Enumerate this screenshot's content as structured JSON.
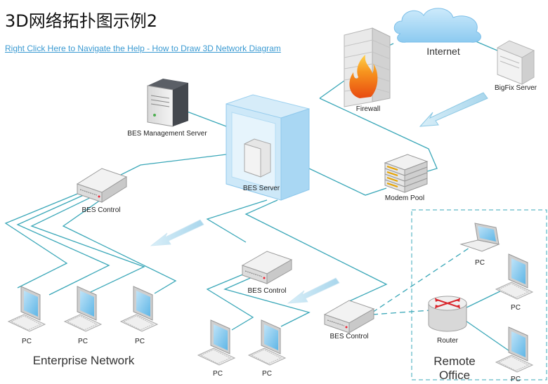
{
  "title": "3D网络拓扑图示例2",
  "help_link": "Right Click Here to Navigate the Help - How to Draw 3D Network Diagram",
  "labels": {
    "internet": "Internet",
    "bigfix": "BigFix Server",
    "firewall": "Firewall",
    "bes_mgmt": "BES Management Server",
    "bes_server": "BES Server",
    "modem_pool": "Modem Pool",
    "bes_control": "BES Control",
    "pc": "PC",
    "router": "Router",
    "enterprise": "Enterprise Network",
    "remote_line1": "Remote",
    "remote_line2": "Office"
  },
  "colors": {
    "wire": "#3aa7b8",
    "accent_link": "#3a9ad2"
  }
}
